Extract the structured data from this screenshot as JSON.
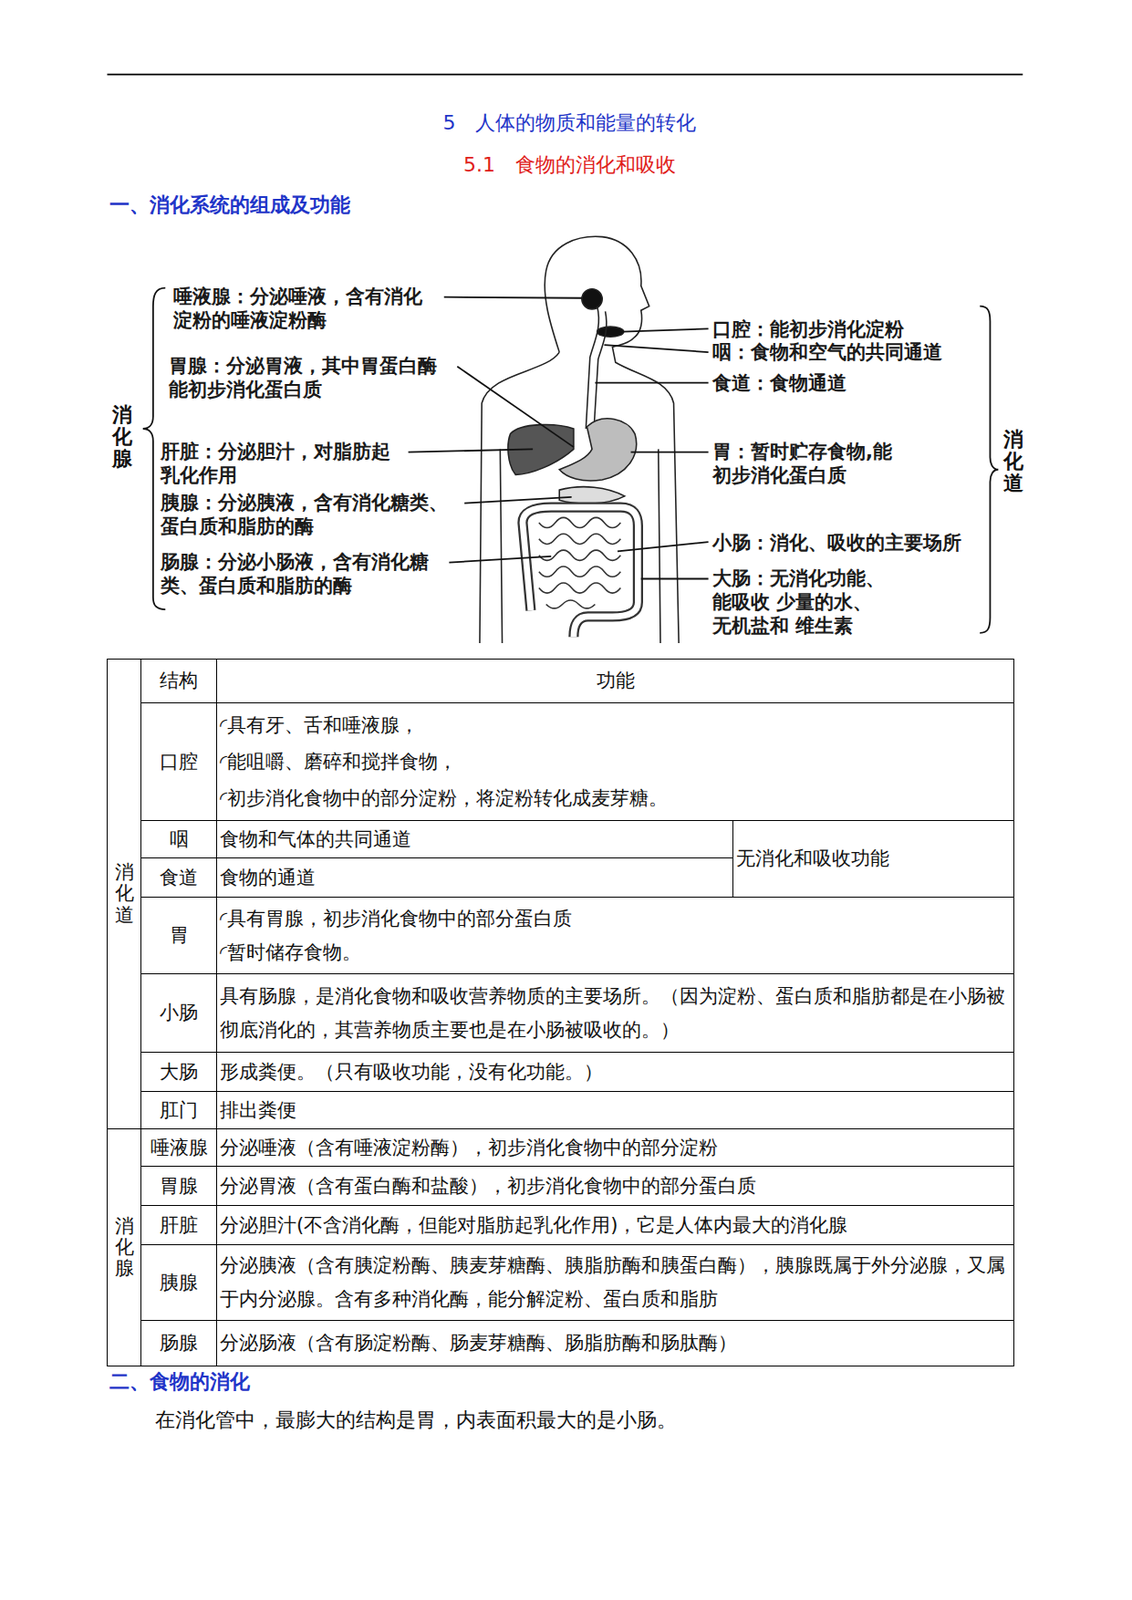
{
  "diagram": {
    "title": "5　人体的物质和能量的转化",
    "labels": [
      "5.1　食物的消化和吸收",
      "一、消化系统的组成及功能",
      "唾液腺：分泌唾液，含有消化 淀粉的唾液淀粉酶",
      "胃腺：分泌胃液，其中胃蛋白酶 能初步消化蛋白质",
      "肝脏：分泌胆汁，对脂肪起 乳化作用",
      "胰腺：分泌胰液，含有消化糖类、 蛋白质和脂肪的酶",
      "肠腺：分泌小肠液，含有消化糖 类、蛋白质和脂肪的酶",
      "消化腺",
      "口腔：能初步消化淀粉",
      "咽：食物和空气的共同通道",
      "食道：食物通道",
      "胃：暂时贮存食物,能 初步消化蛋白质",
      "小肠：消化、吸收的主要场所",
      "大肠：无消化功能、能吸收 少量的水、无机盐和 维生素",
      "消化道",
      "结构",
      "功能",
      "消化道",
      "口腔",
      "◜具有牙、舌和唾液腺，",
      "◜能咀嚼、磨碎和搅拌食物，",
      "◜初步消化食物中的部分淀粉，将淀粉转化成麦芽糖。",
      "咽",
      "食物和气体的共同通道",
      "无消化和吸收功能",
      "食道",
      "食物的通道",
      "胃",
      "◜具有胃腺，初步消化食物中的部分蛋白质",
      "◜暂时储存食物。",
      "小肠",
      "具有肠腺，是消化食物和吸收营养物质的主要场所。（因为淀粉、蛋白质和脂肪都是在小肠被彻底消化的，其营养物质主要也是在小肠被吸收的。）",
      "大肠",
      "形成粪便。（只有吸收功能，没有化功能。）",
      "肛门",
      "排出粪便",
      "消化腺",
      "唾液腺",
      "分泌唾液（含有唾液淀粉酶），初步消化食物中的部分淀粉",
      "胃腺",
      "分泌胃液（含有蛋白酶和盐酸），初步消化食物中的部分蛋白质",
      "肝脏",
      "分泌胆汁(不含消化酶，但能对脂肪起乳化作用)，它是人体内最大的消化腺",
      "胰腺",
      "分泌胰液（含有胰淀粉酶、胰麦芽糖酶、胰脂肪酶和胰蛋白酶），胰腺既属于外分泌腺，又属于内分泌腺。含有多种消化酶，能分解淀粉、蛋白质和脂肪",
      "肠腺",
      "分泌肠液（含有肠淀粉酶、肠麦芽糖酶、肠脂肪酶和肠肽酶）",
      "二、食物的消化",
      "在消化管中，最膨大的结构是胃，内表面积最大的是小肠。"
    ]
  }
}
